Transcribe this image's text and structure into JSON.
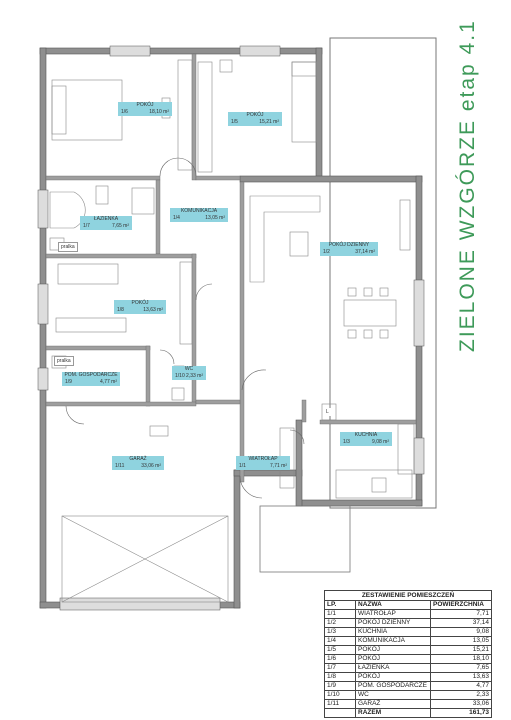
{
  "title": {
    "main": "ZIELONE WZGÓRZE",
    "stage": "etap 4.1"
  },
  "rooms": [
    {
      "key": "r16",
      "name": "POKÓJ",
      "code": "1/6",
      "area": "18,10 m²"
    },
    {
      "key": "r15",
      "name": "POKÓJ",
      "code": "1/5",
      "area": "15,21 m²"
    },
    {
      "key": "r17",
      "name": "ŁAZIENKA",
      "code": "1/7",
      "area": "7,65 m²"
    },
    {
      "key": "r14",
      "name": "KOMUNIKACJA",
      "code": "1/4",
      "area": "13,05 m²"
    },
    {
      "key": "r12",
      "name": "POKÓJ DZIENNY",
      "code": "1/2",
      "area": "37,14 m²"
    },
    {
      "key": "r18",
      "name": "POKÓJ",
      "code": "1/8",
      "area": "13,63 m²"
    },
    {
      "key": "r19",
      "name": "POM. GOSPODARCZE",
      "code": "1/9",
      "area": "4,77 m²"
    },
    {
      "key": "r110",
      "name": "WC",
      "code": "1/10",
      "area": "2,33 m²"
    },
    {
      "key": "r13",
      "name": "KUCHNIA",
      "code": "1/3",
      "area": "9,08 m²"
    },
    {
      "key": "r111",
      "name": "GARAŻ",
      "code": "1/11",
      "area": "33,06 m²"
    },
    {
      "key": "r11",
      "name": "WIATROŁAP",
      "code": "1/1",
      "area": "7,71 m²"
    }
  ],
  "tags": {
    "pralka1": "pralka",
    "pralka2": "pralka",
    "lodowka": "L"
  },
  "summary": {
    "caption": "ZESTAWIENIE POMIESZCZEŃ",
    "headers": [
      "LP.",
      "NAZWA",
      "POWIERZCHNIA"
    ],
    "rows": [
      [
        "1/1",
        "WIATROŁAP",
        "7,71"
      ],
      [
        "1/2",
        "POKÓJ DZIENNY",
        "37,14"
      ],
      [
        "1/3",
        "KUCHNIA",
        "9,08"
      ],
      [
        "1/4",
        "KOMUNIKACJA",
        "13,05"
      ],
      [
        "1/5",
        "POKÓJ",
        "15,21"
      ],
      [
        "1/6",
        "POKÓJ",
        "18,10"
      ],
      [
        "1/7",
        "ŁAZIENKA",
        "7,65"
      ],
      [
        "1/8",
        "POKÓJ",
        "13,63"
      ],
      [
        "1/9",
        "POM. GOSPODARCZE",
        "4,77"
      ],
      [
        "1/10",
        "WC",
        "2,33"
      ],
      [
        "1/11",
        "GARAŻ",
        "33,06"
      ]
    ],
    "total_label": "RAZEM",
    "total_value": "161,73"
  },
  "colors": {
    "wall": "#8f8f8f",
    "wall_stroke": "#555555",
    "label_bg": "#8fd3df",
    "title_green": "#3e9a59",
    "window": "#dddddd"
  }
}
